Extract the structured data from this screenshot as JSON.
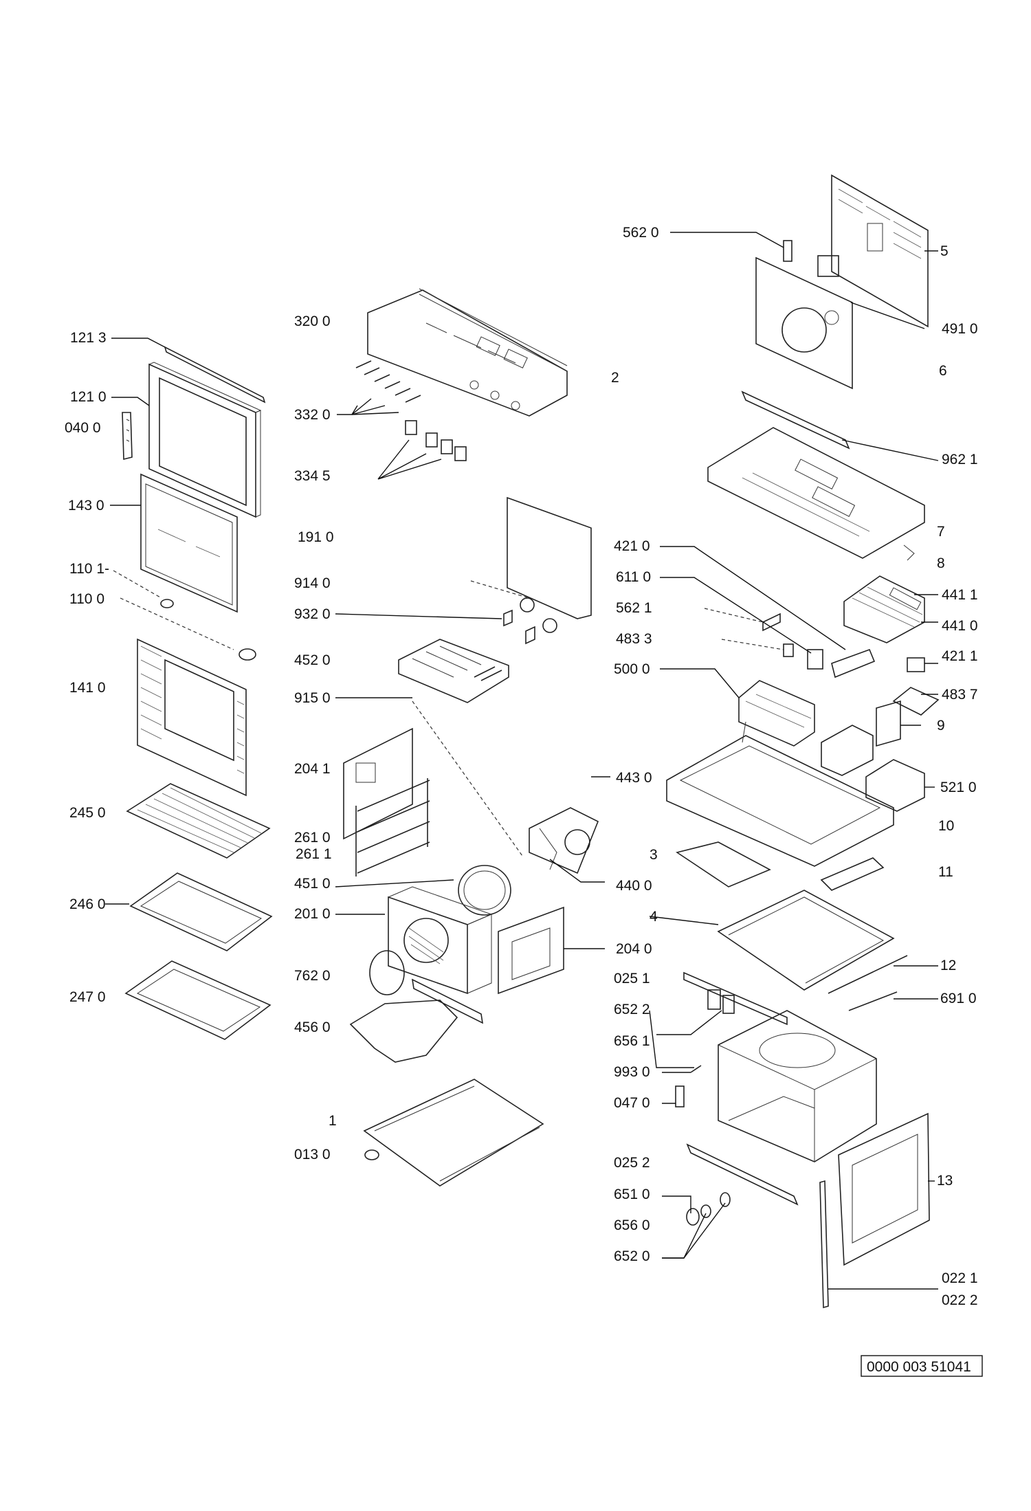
{
  "diagram": {
    "reference": "0000 003 51041",
    "labels": {
      "l121_3": "121 3",
      "l121_0": "121 0",
      "l040_0": "040 0",
      "l143_0": "143 0",
      "l110_1": "110 1-",
      "l110_0": "110 0",
      "l141_0": "141 0",
      "l245_0": "245 0",
      "l246_0": "246 0",
      "l247_0": "247 0",
      "l320_0": "320 0",
      "l332_0": "332 0",
      "l334_5": "334 5",
      "l191_0": "191 0",
      "l914_0": "914 0",
      "l932_0": "932 0",
      "l452_0": "452 0",
      "l915_0": "915 0",
      "l204_1": "204 1",
      "l261_0": "261 0",
      "l261_1": "261 1",
      "l451_0": "451 0",
      "l201_0": "201 0",
      "l762_0": "762 0",
      "l456_0": "456 0",
      "l1": "1",
      "l013_0": "013 0",
      "l2": "2",
      "l443_0": "443 0",
      "l440_0": "440 0",
      "l3": "3",
      "l4": "4",
      "l204_0": "204 0",
      "l025_1": "025 1",
      "l652_2": "652 2",
      "l656_1": "656 1",
      "l993_0": "993 0",
      "l047_0": "047 0",
      "l025_2": "025 2",
      "l651_0": "651 0",
      "l656_0": "656 0",
      "l652_0": "652 0",
      "l562_0": "562 0",
      "l5": "5",
      "l491_0": "491 0",
      "l6": "6",
      "l962_1": "962 1",
      "l7": "7",
      "l421_0": "421 0",
      "l8": "8",
      "l611_0": "611 0",
      "l441_1": "441 1",
      "l562_1": "562 1",
      "l441_0": "441 0",
      "l483_3": "483 3",
      "l421_1": "421 1",
      "l500_0": "500 0",
      "l483_7": "483 7",
      "l9": "9",
      "l521_0": "521 0",
      "l10": "10",
      "l11": "11",
      "l12": "12",
      "l691_0": "691 0",
      "l13": "13",
      "l022_1": "022 1",
      "l022_2": "022 2"
    }
  }
}
